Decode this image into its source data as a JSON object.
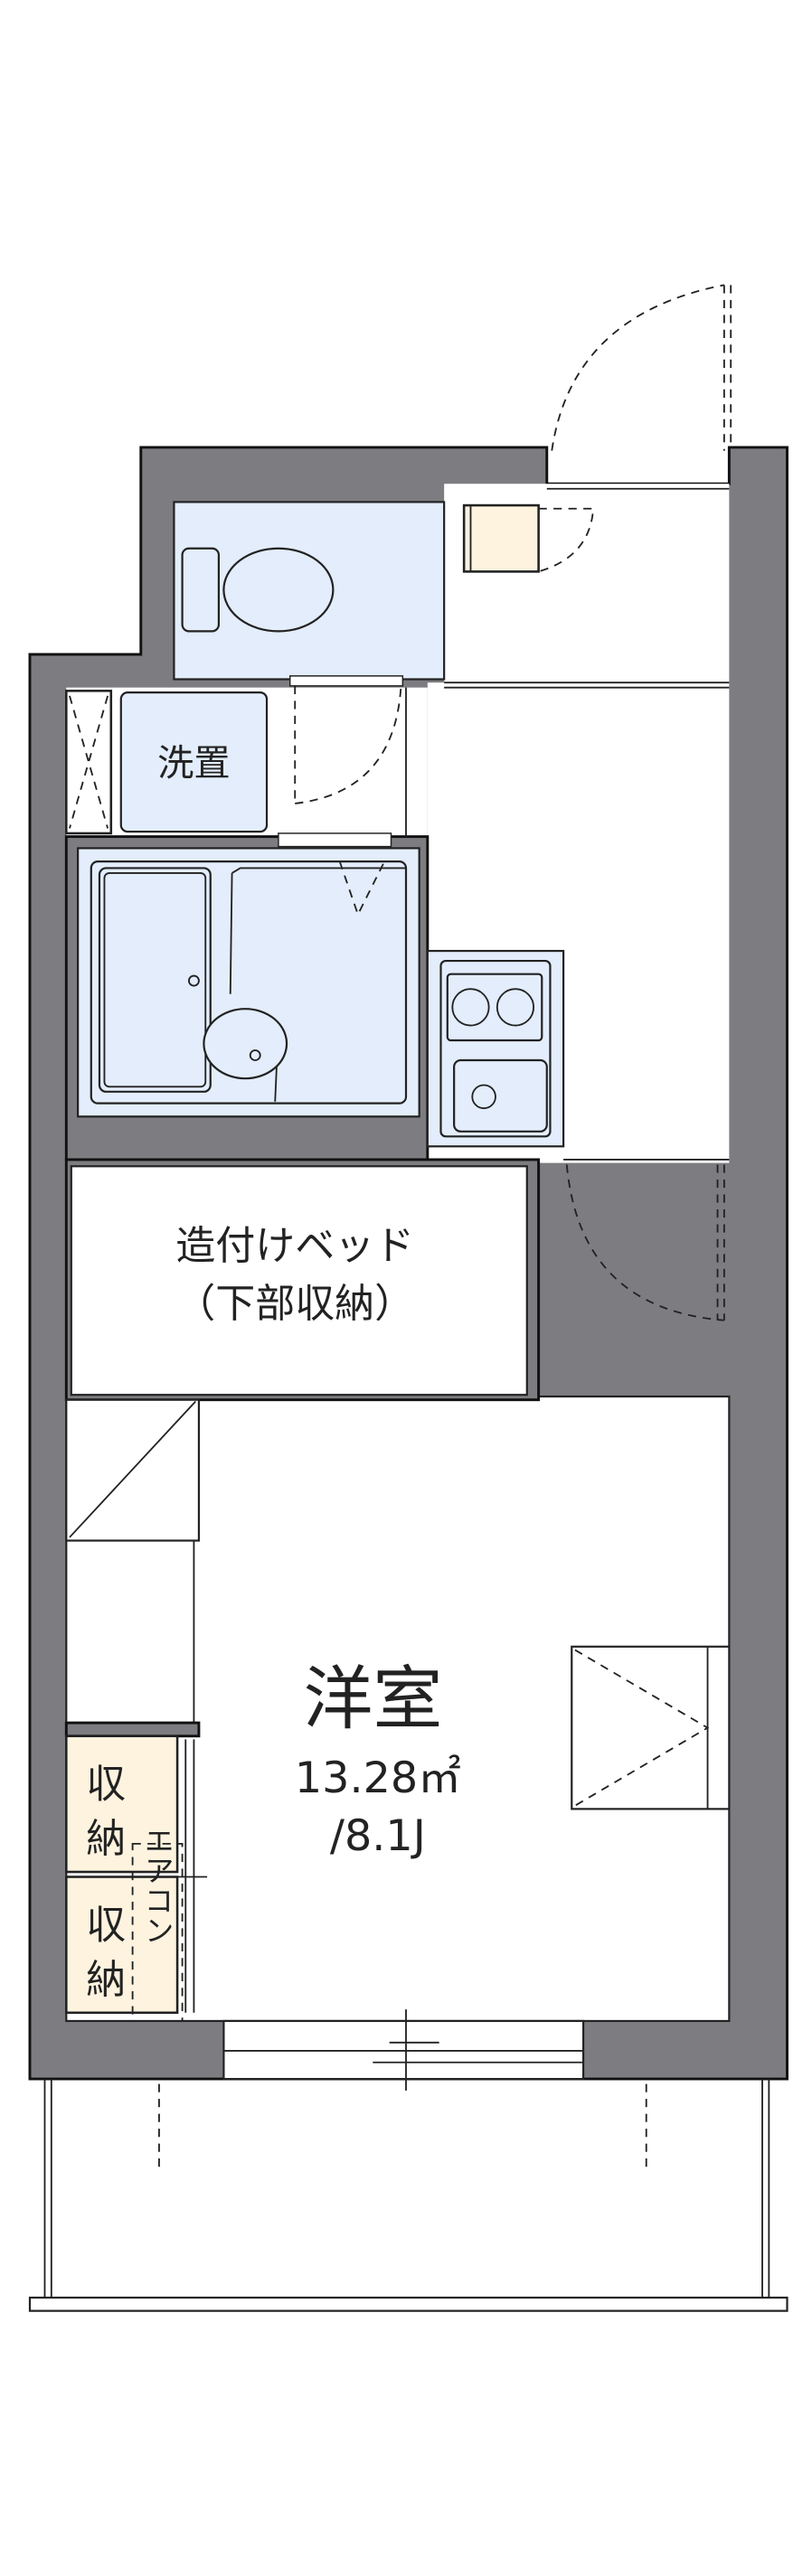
{
  "floorplan": {
    "colors": {
      "wall": "#7d7c80",
      "wet_area": "#e3edfb",
      "storage": "#fdf3df"
    },
    "rooms": {
      "washroom_label": "洗置",
      "bed_label_line1": "造付けベッド",
      "bed_label_line2": "（下部収納）",
      "main_room_label": "洋室",
      "main_room_area": "13.28㎡",
      "main_room_tatami": "/8.1J",
      "storage1_label": "収納",
      "storage2_label": "収納",
      "aircon_label": "エアコン"
    }
  }
}
